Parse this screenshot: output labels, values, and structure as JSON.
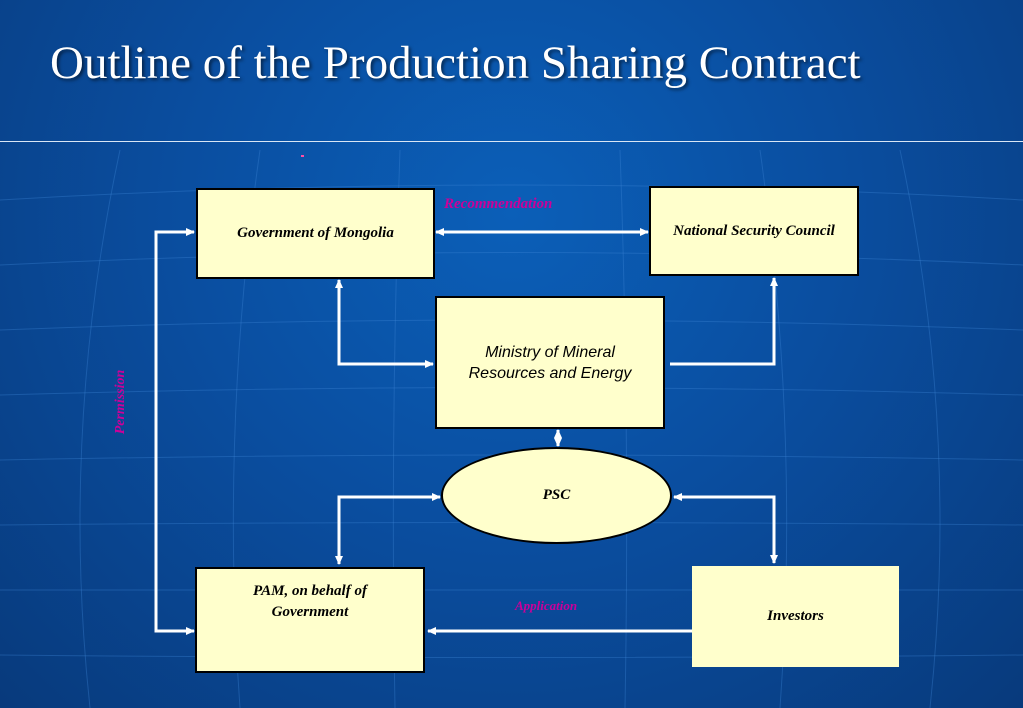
{
  "title": "Outline of the Production Sharing Contract",
  "nodes": {
    "government": "Government of Mongolia",
    "nsc": "National Security Council",
    "ministry": "Ministry of Mineral Resources and Energy",
    "psc": "PSC",
    "pam": "PAM, on behalf of Government",
    "investors": "Investors"
  },
  "edge_labels": {
    "recommendation": "Recommendation",
    "permission": "Permission",
    "application": "Application"
  },
  "colors": {
    "background": "#0a4ea0",
    "box_fill": "#ffffcc",
    "label": "#cc0099",
    "arrow": "#ffffff"
  }
}
